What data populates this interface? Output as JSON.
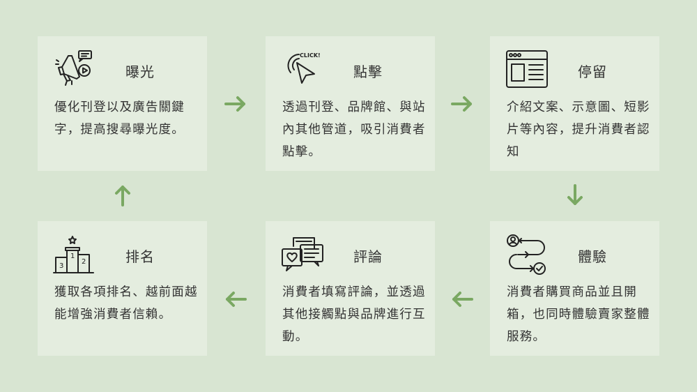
{
  "steps": [
    {
      "title": "曝光",
      "desc": "優化刊登以及廣告關鍵字，提高搜尋曝光度。",
      "icon": "megaphone-icon"
    },
    {
      "title": "點擊",
      "desc": "透過刊登、品牌館、與站內其他管道，吸引消費者點擊。",
      "icon": "click-cursor-icon",
      "icon_text": "CLICK!"
    },
    {
      "title": "停留",
      "desc": "介紹文案、示意圖、短影片等內容，提升消費者認知",
      "icon": "browser-window-icon"
    },
    {
      "title": "體驗",
      "desc": "消費者購買商品並且開箱，也同時體驗賣家整體服務。",
      "icon": "user-journey-icon"
    },
    {
      "title": "評論",
      "desc": "消費者填寫評論，並透過其他接觸點與品牌進行互動。",
      "icon": "chat-heart-icon"
    },
    {
      "title": "排名",
      "desc": "獲取各項排名、越前面越能增強消費者信賴。",
      "icon": "podium-icon",
      "icon_numbers": [
        "1",
        "2",
        "3"
      ]
    }
  ],
  "colors": {
    "background": "#d8e5d2",
    "card": "#e4eddf",
    "arrow": "#7aa862",
    "text": "#333333"
  }
}
